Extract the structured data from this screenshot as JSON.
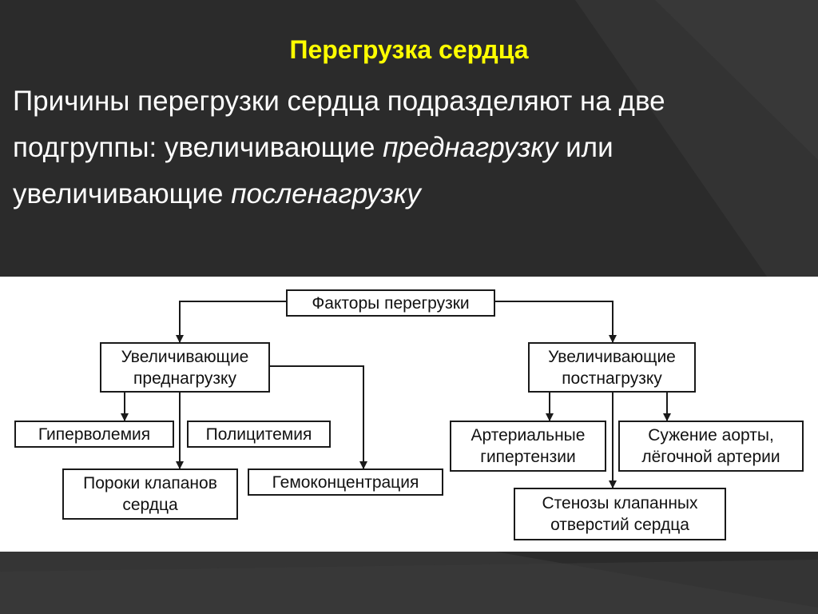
{
  "slide": {
    "title": "Перегрузка сердца",
    "body_part1": "Причины перегрузки сердца подразделяют на две подгруппы: увеличивающие ",
    "body_italic1": "преднагрузку",
    "body_part2": " или увеличивающие ",
    "body_italic2": "посленагрузку"
  },
  "diagram": {
    "root": "Факторы перегрузки",
    "preload": "Увеличивающие\nпреднагрузку",
    "afterload": "Увеличивающие\nпостнагрузку",
    "hypervolemia": "Гиперволемия",
    "polycythemia": "Полицитемия",
    "valve_defects": "Пороки клапанов\nсердца",
    "hemoconcentration": "Гемоконцентрация",
    "arterial_hypertension": "Артериальные\nгипертензии",
    "aortic_narrowing": "Сужение аорты,\nлёгочной артерии",
    "valve_stenosis": "Стенозы клапанных\nотверстий сердца"
  },
  "colors": {
    "background": "#2b2b2b",
    "title": "#ffff00",
    "body_text": "#ffffff",
    "panel": "#ffffff",
    "lines": "#1a1a1a"
  }
}
